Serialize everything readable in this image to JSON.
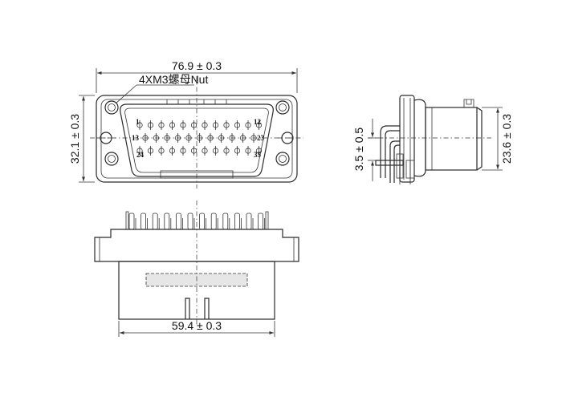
{
  "dimensions": {
    "overall_width": "76.9 ± 0.3",
    "nut_callout": "4XM3螺母Nut",
    "overall_height": "32.1 ± 0.3",
    "side_offset": "3.5 ± 0.5",
    "side_height": "23.6 ± 0.3",
    "bottom_width": "59.4 ± 0.3"
  },
  "pin_labels": {
    "top_left": "1",
    "top_right": "12",
    "mid_left": "13",
    "mid_right": "23",
    "bottom_left": "24",
    "bottom_right": "35"
  },
  "colors": {
    "line": "#2a2a2a",
    "fill": "#e6e6e6"
  }
}
